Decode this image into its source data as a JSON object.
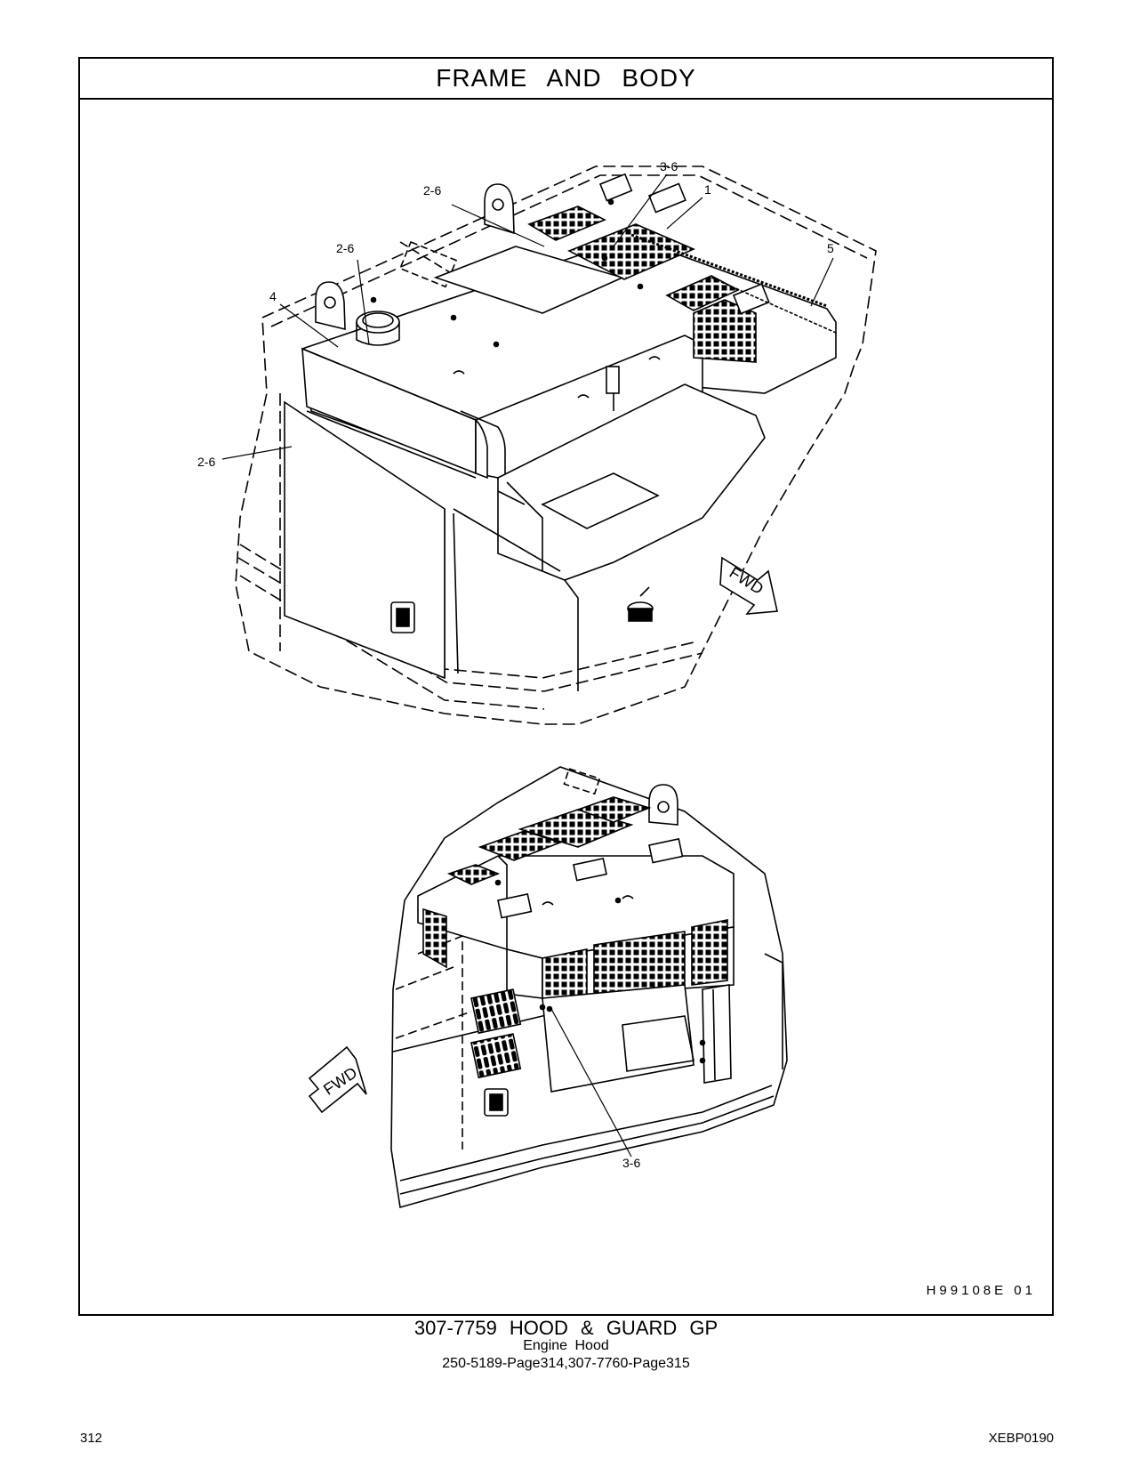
{
  "header": {
    "section_title": "FRAME AND BODY"
  },
  "drawing": {
    "id": "H99108E   01",
    "callouts": {
      "top_3_6": "3-6",
      "top_1": "1",
      "top_2_6_a": "2-6",
      "top_5": "5",
      "top_2_6_b": "2-6",
      "top_4": "4",
      "top_2_6_c": "2-6",
      "bottom_3_6": "3-6"
    },
    "fwd_label_top": "FWD",
    "fwd_label_bottom": "FWD"
  },
  "caption": {
    "title": "307-7759  HOOD & GUARD GP",
    "subtitle": "Engine  Hood",
    "refs": "250-5189-Page314,307-7760-Page315"
  },
  "footer": {
    "page_number": "312",
    "doc_code": "XEBP0190"
  }
}
